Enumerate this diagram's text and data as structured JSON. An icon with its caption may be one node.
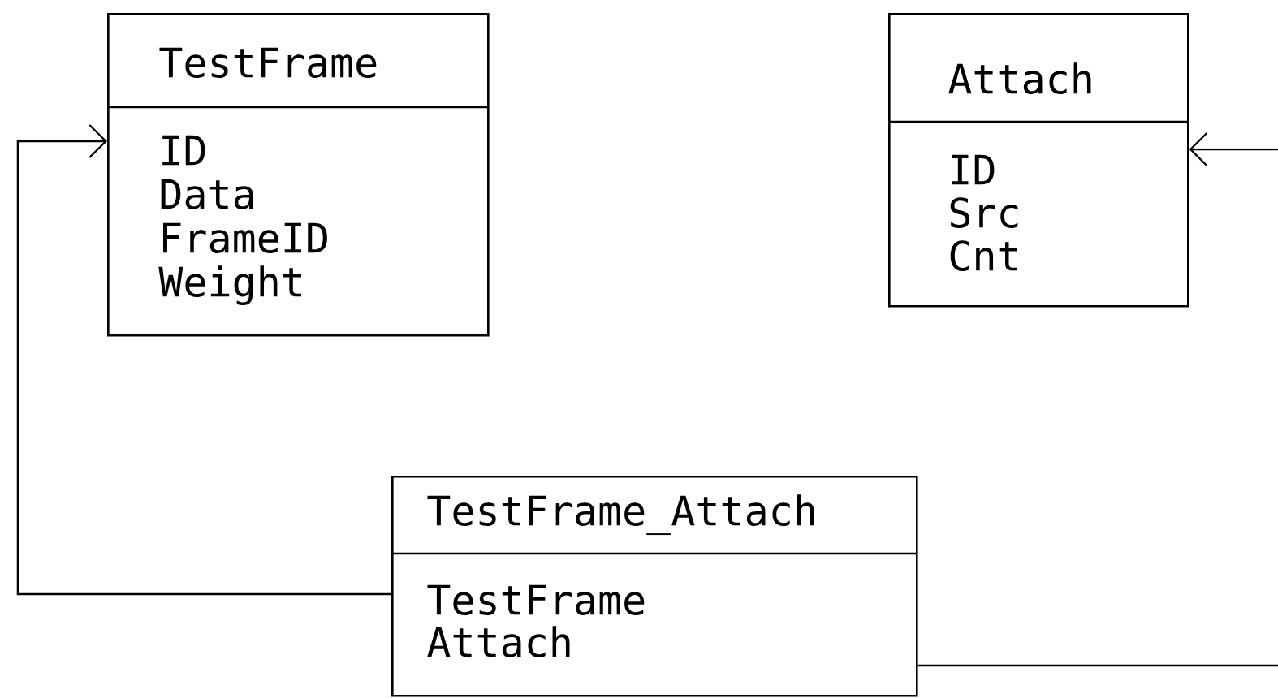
{
  "diagram": {
    "nodes": [
      {
        "text": [
          "TestFrame",
          "ID",
          "Data",
          "FrameID",
          "Weight"
        ]
      },
      {
        "text": [
          "Attach",
          "ID",
          "Src",
          "Cnt"
        ]
      },
      {
        "text": [
          "TestFrame_Attach",
          "TestFrame",
          "Attach"
        ]
      }
    ],
    "edges": [
      {
        "from": 2,
        "to": 0,
        "arrow": "to"
      },
      {
        "from": 2,
        "to": 1,
        "arrow": "to"
      }
    ]
  }
}
